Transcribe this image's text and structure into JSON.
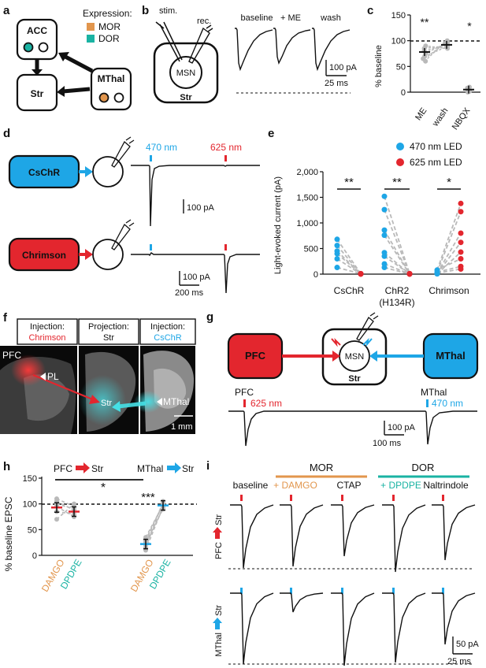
{
  "colors": {
    "mor": "#e2964d",
    "dor": "#1ab3a3",
    "blue": "#1ea6e6",
    "red": "#e3262e",
    "grey": "#b9b9b9",
    "black": "#111111",
    "tissue_dark": "#3b3b3b",
    "tissue_light": "#9c9c9c"
  },
  "panel_a": {
    "letter": "a",
    "acc": "ACC",
    "str": "Str",
    "mthal": "MThal",
    "legend_title": "Expression:",
    "legend_mor": "MOR",
    "legend_dor": "DOR"
  },
  "panel_b": {
    "letter": "b",
    "stim": "stim.",
    "rec": "rec.",
    "msn": "MSN",
    "str": "Str",
    "conditions": [
      "baseline",
      "+ ME",
      "wash"
    ],
    "scale_y": "100 pA",
    "scale_x": "25 ms"
  },
  "panel_c": {
    "letter": "c",
    "ylabel": "% baseline",
    "categories": [
      "ME",
      "wash",
      "NBQX"
    ],
    "yticks": [
      "0",
      "50",
      "100",
      "150"
    ],
    "sig": [
      "**",
      "*"
    ]
  },
  "chart_data": [
    {
      "type": "scatter",
      "panel": "c",
      "ylabel": "% baseline",
      "categories": [
        "ME",
        "wash",
        "NBQX"
      ],
      "ylim": [
        0,
        150
      ],
      "means": [
        78,
        92,
        5
      ],
      "sig": [
        {
          "target": "ME",
          "label": "**"
        },
        {
          "target": "NBQX",
          "label": "*"
        }
      ],
      "reference_line": 100
    },
    {
      "type": "scatter",
      "panel": "e",
      "ylabel": "Light-evoked current (pA)",
      "categories": [
        "CsChR",
        "ChR2 (H134R)",
        "Chrimson"
      ],
      "ylim": [
        0,
        2000
      ],
      "series": [
        {
          "name": "470 nm LED",
          "values": [
            [
              400,
              560,
              680,
              300,
              130,
              450
            ],
            [
              1520,
              1260,
              860,
              760,
              420,
              350,
              200,
              130
            ],
            [
              80,
              40,
              20,
              10,
              5
            ]
          ]
        },
        {
          "name": "625 nm LED",
          "values": [
            [
              5,
              3,
              10,
              2,
              8,
              4
            ],
            [
              10,
              5,
              8,
              3,
              2,
              6,
              4,
              1
            ],
            [
              1380,
              1220,
              800,
              620,
              430,
              300,
              150,
              100
            ]
          ]
        }
      ],
      "sig": [
        "**",
        "**",
        "*"
      ]
    },
    {
      "type": "scatter",
      "panel": "h",
      "ylabel": "% baseline EPSC",
      "categories": [
        "DAMGO",
        "DPDPE",
        "DAMGO",
        "DPDPE"
      ],
      "groups": [
        "PFC→Str",
        "PFC→Str",
        "MThal→Str",
        "MThal→Str"
      ],
      "ylim": [
        0,
        150
      ],
      "means": [
        93,
        85,
        22,
        97
      ],
      "sig": [
        "*",
        "***"
      ],
      "reference_line": 100
    }
  ],
  "panel_d": {
    "letter": "d",
    "opsin1": "CsChR",
    "opsin2": "Chrimson",
    "wl_blue": "470 nm",
    "wl_red": "625 nm",
    "scale1": "100 pA",
    "scale2_y": "100 pA",
    "scale2_x": "200 ms"
  },
  "panel_e": {
    "letter": "e",
    "ylabel": "Light-evoked current (pA)",
    "yticks": [
      "0",
      "500",
      "1,000",
      "1,500",
      "2,000"
    ],
    "categories": [
      "CsChR",
      "ChR2",
      "Chrimson"
    ],
    "cat2_sub": "(H134R)",
    "legend_blue": "470 nm LED",
    "legend_red": "625 nm LED",
    "sig": [
      "**",
      "**",
      "*"
    ]
  },
  "panel_f": {
    "letter": "f",
    "h1_line1": "Injection:",
    "h1_line2": "Chrimson",
    "h2_line1": "Projection:",
    "h2_line2": "Str",
    "h3_line1": "Injection:",
    "h3_line2": "CsChR",
    "pfc": "PFC",
    "pl": "PL",
    "str": "Str",
    "mthal": "MThal",
    "scale": "1 mm"
  },
  "panel_g": {
    "letter": "g",
    "pfc": "PFC",
    "msn": "MSN",
    "str": "Str",
    "mthal": "MThal",
    "trace_pfc": "PFC",
    "trace_red": "625 nm",
    "trace_mthal": "MThal",
    "trace_blue": "470 nm",
    "scale_y": "100 pA",
    "scale_x": "100 ms"
  },
  "panel_h": {
    "letter": "h",
    "ylabel": "% baseline EPSC",
    "yticks": [
      "0",
      "50",
      "100",
      "150"
    ],
    "group1": "PFC",
    "group2": "MThal",
    "target": "Str",
    "x_labels": [
      "DAMGO",
      "DPDPE",
      "DAMGO",
      "DPDPE"
    ],
    "sig_across": "*",
    "sig_within": "***"
  },
  "panel_i": {
    "letter": "i",
    "mor": "MOR",
    "dor": "DOR",
    "conditions": [
      "baseline",
      "+ DAMGO",
      "CTAP",
      "+ DPDPE",
      "Naltrindole"
    ],
    "row1_a": "PFC",
    "row1_b": "Str",
    "row2_a": "MThal",
    "row2_b": "Str",
    "scale_y": "50 pA",
    "scale_x": "25 ms"
  }
}
